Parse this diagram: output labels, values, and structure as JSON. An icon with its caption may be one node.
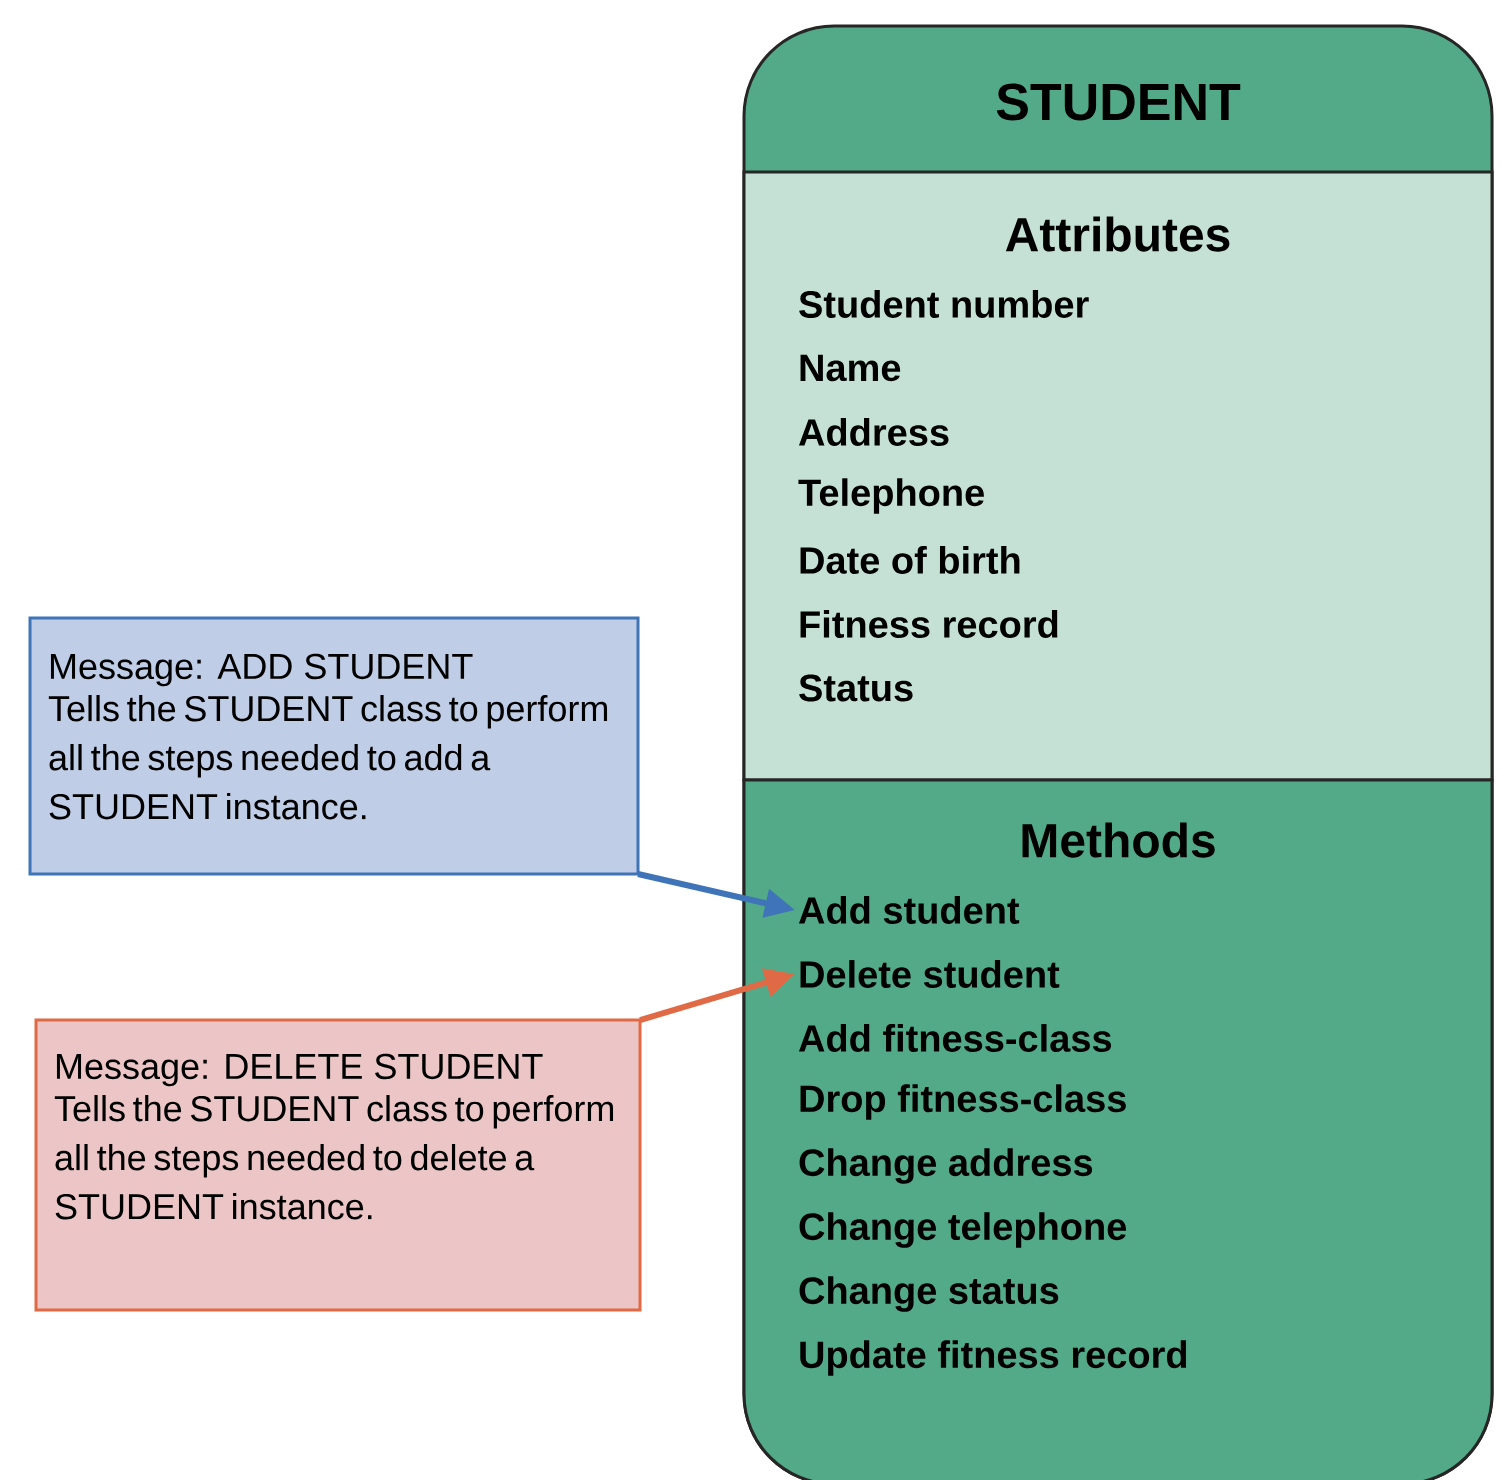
{
  "diagram": {
    "nodes": [
      {
        "text": [
          "STUDENT"
        ]
      },
      {
        "text": [
          "Attributes",
          "Student number",
          "Name",
          "Address",
          "Telephone",
          "Date of birth",
          "Fitness record",
          "Status"
        ],
        "in": 0
      },
      {
        "text": [
          "Methods"
        ],
        "in": 0
      },
      {
        "text": [
          "Add student"
        ],
        "in": 2
      },
      {
        "text": [
          "Delete student"
        ],
        "in": 2
      },
      {
        "text": [
          "Add fitness-class"
        ],
        "in": 2
      },
      {
        "text": [
          "Drop fitness-class"
        ],
        "in": 2
      },
      {
        "text": [
          "Change address"
        ],
        "in": 2
      },
      {
        "text": [
          "Change telephone"
        ],
        "in": 2
      },
      {
        "text": [
          "Change status"
        ],
        "in": 2
      },
      {
        "text": [
          "Update fitness record"
        ],
        "in": 2
      },
      {
        "text": [
          "Message: ADD STUDENT",
          "Tells the STUDENT class to perform all the steps needed to add a STUDENT instance."
        ]
      },
      {
        "text": [
          "Message: DELETE STUDENT",
          "Tells the STUDENT class to perform all the steps needed to delete a STUDENT instance."
        ]
      }
    ],
    "edges": [
      {
        "from": 11,
        "to": 3,
        "arrow": "to",
        "color": "#3f75b8"
      },
      {
        "from": 12,
        "to": 4,
        "arrow": "to",
        "color": "#e06a45"
      }
    ]
  }
}
